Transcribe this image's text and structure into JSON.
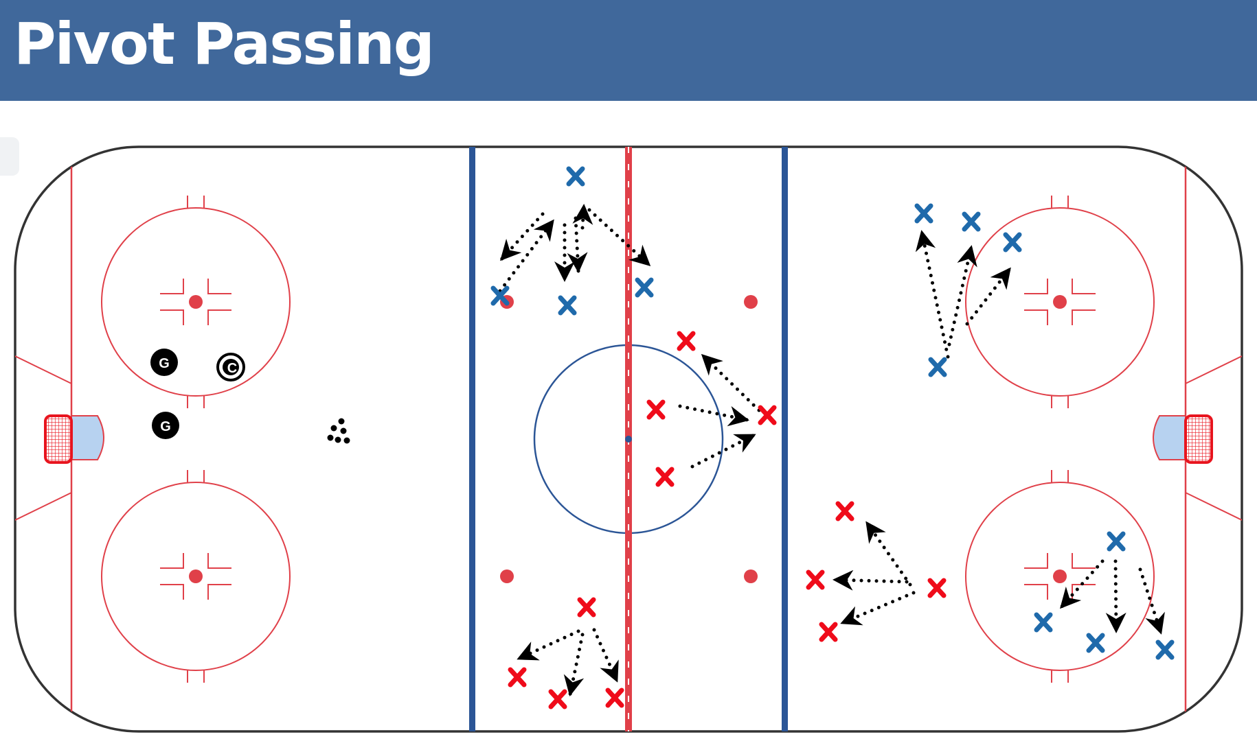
{
  "title": "Pivot Passing",
  "colors": {
    "header": "#40689b",
    "team_blue": "#1f6aab",
    "team_red": "#ef0b1a",
    "rink_red": "#e04049",
    "blue_line": "#2b5596",
    "crease": "#b7d2f0",
    "board": "#333333"
  },
  "markers": {
    "goalie": "G",
    "coach": "C"
  },
  "icons": [
    "player-x-icon",
    "goalie-icon",
    "coach-icon",
    "puck-pile-icon",
    "pass-arrow-icon",
    "hockey-net-icon"
  ]
}
